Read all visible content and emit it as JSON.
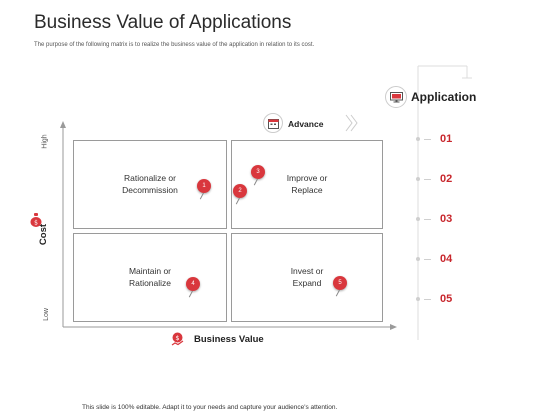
{
  "title": "Business Value of Applications",
  "subtitle": "The purpose of the following matrix is to realize the business value of the application in relation to its cost.",
  "footer": "This slide is 100% editable. Adapt it to your needs and capture your audience's attention.",
  "axes": {
    "y_title": "Cost",
    "y_high": "High",
    "y_low": "Low",
    "x_title": "Business Value",
    "advance_label": "Advance"
  },
  "quadrants": [
    {
      "label": "Rationalize or\nDecommission"
    },
    {
      "label": "Improve or\nReplace"
    },
    {
      "label": "Maintain or\nRationalize"
    },
    {
      "label": "Invest or\nExpand"
    }
  ],
  "pins": [
    "1",
    "2",
    "3",
    "4",
    "5"
  ],
  "application": {
    "title": "Application",
    "items": [
      "01",
      "02",
      "03",
      "04",
      "05"
    ]
  },
  "colors": {
    "accent": "#d9373d",
    "application_number": "#c8262c",
    "quadrant_border": "#9a9a9a"
  },
  "icons": {
    "cost": "money-bag-icon",
    "business_value": "dollar-growth-icon",
    "advance": "calendar-icon",
    "application": "monitor-icon"
  }
}
